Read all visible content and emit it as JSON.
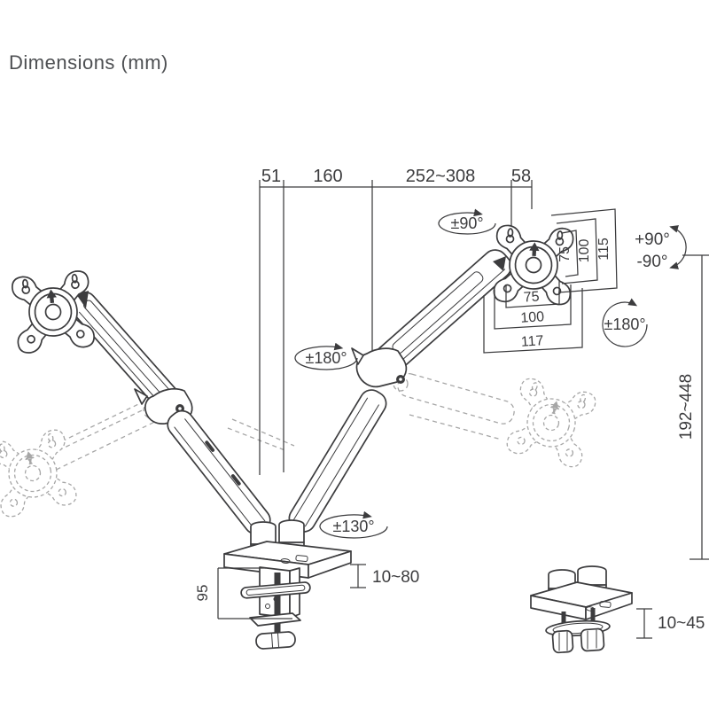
{
  "title": "Dimensions (mm)",
  "colors": {
    "line": "#3c3c3e",
    "ghost": "#a6a6a6",
    "text": "#3c3c3e",
    "title_text": "#4d4f52",
    "background": "#ffffff"
  },
  "top_dimensions": {
    "pole_offset": "51",
    "rear_arm": "160",
    "reach_range": "252~308",
    "head_offset": "58"
  },
  "height_adjustment": {
    "range": "192~448"
  },
  "angles": {
    "vesa_rotate": "±90°",
    "tilt_up": "+90°",
    "tilt_down": "-90°",
    "head_swivel": "±180°",
    "arm_swivel": "±180°",
    "base_swivel": "±130°"
  },
  "vesa_plate": {
    "hole_width_75": "75",
    "hole_width_100": "100",
    "plate_width": "117",
    "hole_height_75": "75",
    "hole_height_100": "100",
    "plate_height": "115"
  },
  "clamp": {
    "height": "95",
    "desk_thickness": "10~80"
  },
  "grommet": {
    "desk_thickness": "10~45"
  }
}
